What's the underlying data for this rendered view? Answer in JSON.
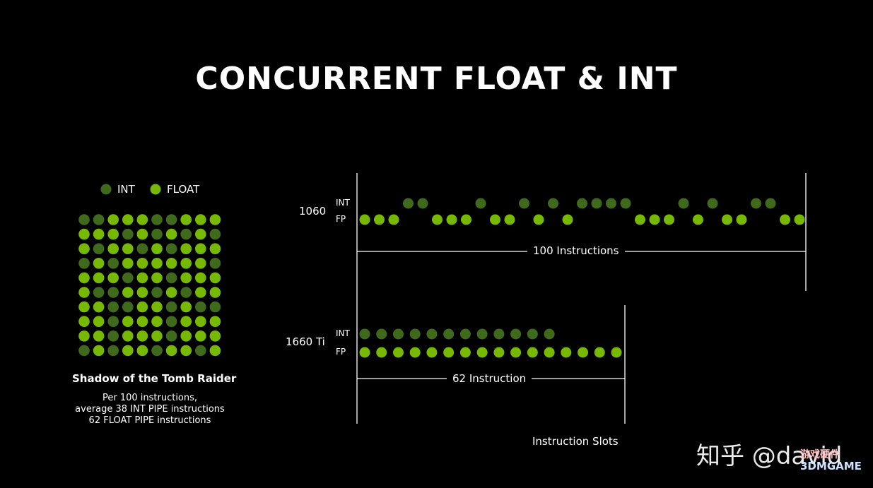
{
  "title": "CONCURRENT FLOAT & INT",
  "legend": {
    "int_label": "INT",
    "float_label": "FLOAT"
  },
  "colors": {
    "int": "#3f6a1c",
    "float": "#76b900",
    "background": "#000000",
    "line": "#ffffff"
  },
  "grid": {
    "rows": 10,
    "cols": 10,
    "pattern": [
      "IIFFFIIFFF",
      "FFFIFIFIFI",
      "FIFFIFIFFF",
      "IFIFFFFFFI",
      "FFFIFFIFFF",
      "FIIFFIFIFF",
      "FFIIFFIFII",
      "FFIFFFIFFF",
      "FFIFFFIFFF",
      "IFIFFIFFIF"
    ]
  },
  "game": {
    "title": "Shadow of the Tomb Raider",
    "note_lines": [
      "Per 100 instructions,",
      "average 38 INT PIPE instructions",
      "62 FLOAT PIPE instructions"
    ]
  },
  "gpu_1060": {
    "name": "1060",
    "int_label": "INT",
    "fp_label": "FP",
    "slot_sequence": "FFFIIFFFIFFIFIFIIIIFFFIFIFFIIFF",
    "span_label": "100 Instructions"
  },
  "gpu_1660": {
    "name": "1660 Ti",
    "int_label": "INT",
    "fp_label": "FP",
    "int_count": 12,
    "fp_count": 16,
    "span_label": "62 Instruction"
  },
  "axis_label": "Instruction Slots",
  "watermark": {
    "text": "知乎 @david",
    "logo_cn": "游戏硬件",
    "logo_en": "3DMGAME"
  }
}
